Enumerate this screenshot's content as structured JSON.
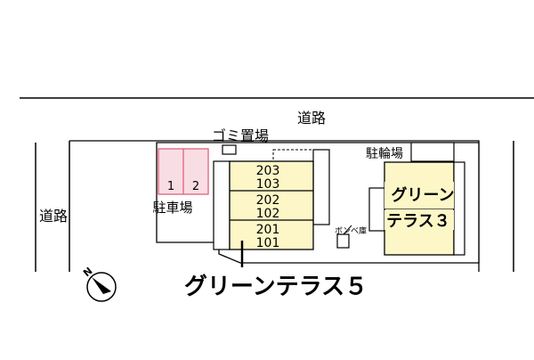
{
  "map": {
    "road_top_label": "道路",
    "road_left_label": "道路",
    "garbage_label": "ゴミ置場",
    "bicycle_label": "駐輪場",
    "parking_label": "駐車場",
    "parking_spaces": [
      "1",
      "2"
    ],
    "gas_label": "ボンベ庫",
    "building5": {
      "name": "グリーンテラス５",
      "units": [
        [
          "203",
          "103"
        ],
        [
          "202",
          "102"
        ],
        [
          "201",
          "101"
        ]
      ]
    },
    "building3": {
      "name_line1": "グリーン",
      "name_line2": "テラス３"
    },
    "compass_letter": "N",
    "colors": {
      "building_fill": "#fdf7c8",
      "parking_fill": "#f9dde5",
      "parking_stroke": "#e0607a",
      "line": "#000000"
    }
  }
}
